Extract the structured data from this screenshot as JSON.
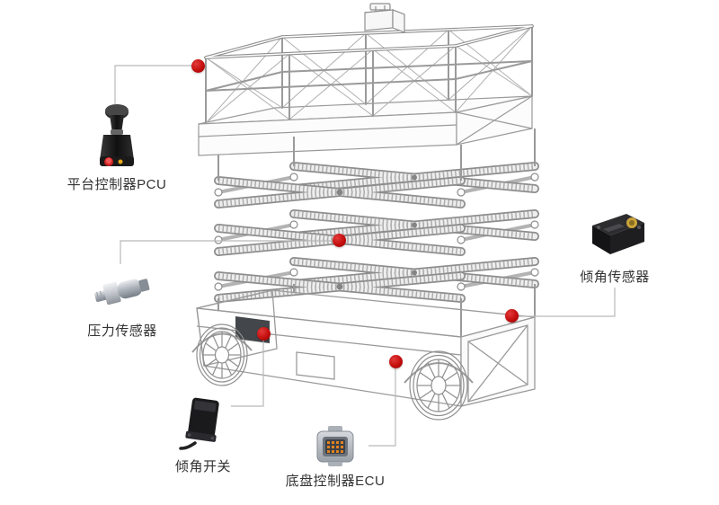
{
  "diagram": {
    "subject": "scissor-lift-wireframe-component-diagram"
  },
  "callouts": [
    {
      "id": "pcu",
      "label": "平台控制器PCU",
      "icon": "joystick-controller-icon"
    },
    {
      "id": "pressure",
      "label": "压力传感器",
      "icon": "pressure-sensor-icon"
    },
    {
      "id": "tilt_sensor",
      "label": "倾角传感器",
      "icon": "tilt-sensor-icon"
    },
    {
      "id": "tilt_switch",
      "label": "倾角开关",
      "icon": "tilt-switch-icon"
    },
    {
      "id": "ecu",
      "label": "底盘控制器ECU",
      "icon": "ecu-module-icon"
    }
  ],
  "colors": {
    "background": "#ffffff",
    "hotspot_red": "#c40d0d",
    "wireframe_line": "#9a9a9a",
    "leader_line": "#b9b9b9",
    "label_text": "#333333"
  }
}
